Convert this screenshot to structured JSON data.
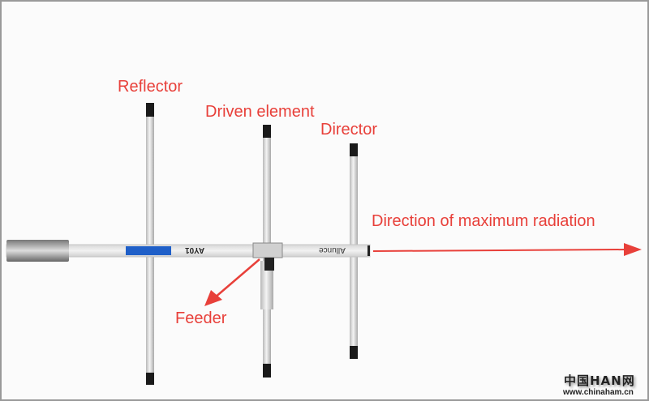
{
  "labels": {
    "reflector": "Reflector",
    "driven": "Driven element",
    "director": "Director",
    "direction": "Direction of maximum radiation",
    "feeder": "Feeder"
  },
  "boom_text": {
    "model": "AY01",
    "brand": "Allunce"
  },
  "watermark": {
    "logo": "中国HAN网",
    "url": "www.chinaham.cn"
  },
  "colors": {
    "annotation": "#e8403a",
    "boom_sticker": "#1f5fc8"
  }
}
